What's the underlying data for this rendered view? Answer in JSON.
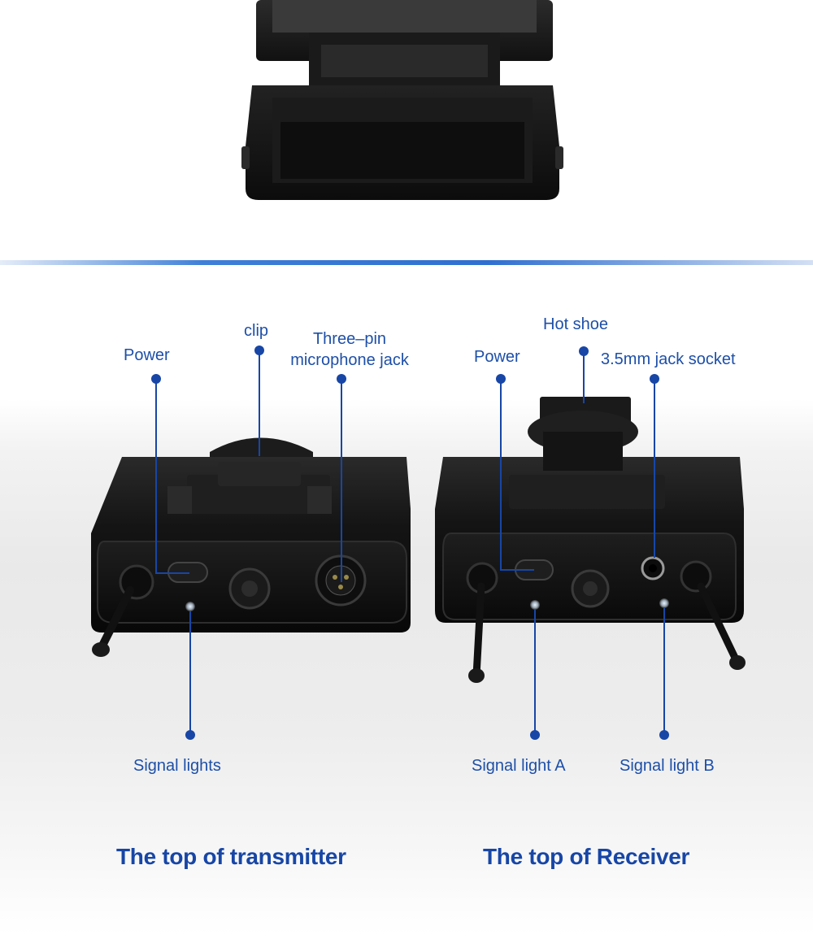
{
  "transmitter": {
    "labels": {
      "power": "Power",
      "clip": "clip",
      "mic_jack_line1": "Three–pin",
      "mic_jack_line2": "microphone jack",
      "signal_lights": "Signal lights"
    },
    "caption": "The top of transmitter"
  },
  "receiver": {
    "labels": {
      "power": "Power",
      "hot_shoe": "Hot shoe",
      "jack_socket": "3.5mm jack socket",
      "signal_light_a": "Signal light A",
      "signal_light_b": "Signal light B"
    },
    "caption": "The top of Receiver"
  },
  "colors": {
    "annotation": "#1746a6",
    "divider": "#3e7fd8",
    "device_body": "#151515"
  }
}
